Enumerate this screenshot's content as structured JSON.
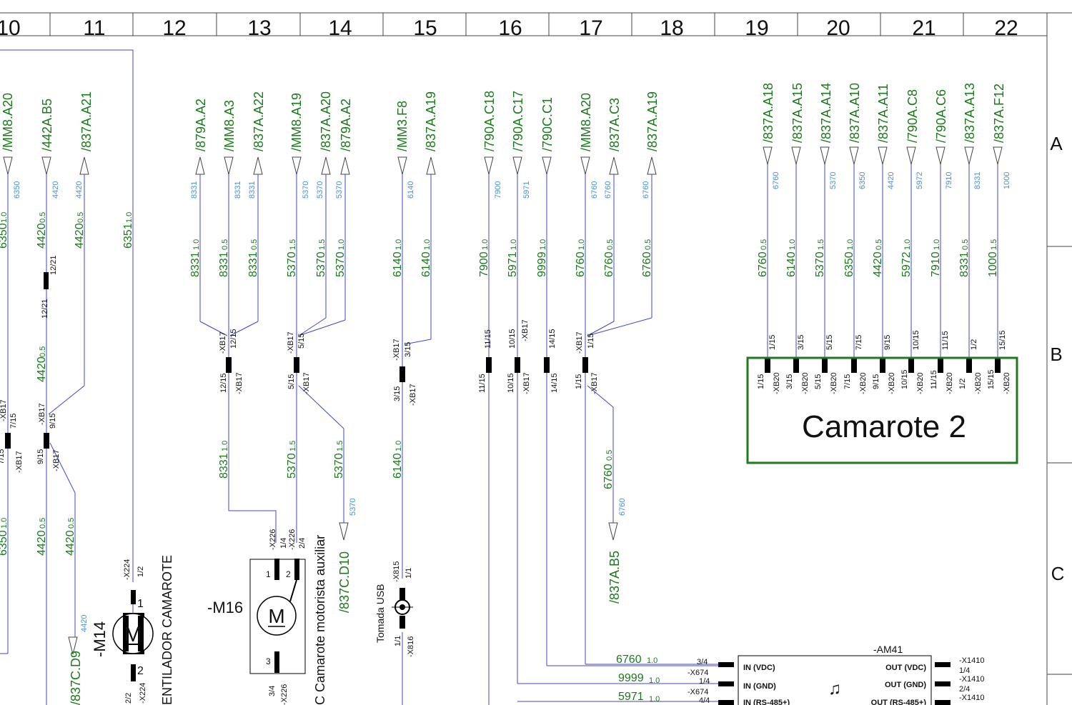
{
  "grid": {
    "columns": [
      "10",
      "11",
      "12",
      "13",
      "14",
      "15",
      "16",
      "17",
      "18",
      "19",
      "20",
      "21",
      "22"
    ],
    "rows": [
      "A",
      "B",
      "C"
    ]
  },
  "refs": {
    "mm8a20_l": "/MM8.A20",
    "442b5": "/442A.B5",
    "837a21": "/837A.A21",
    "879a2": "/879A.A2",
    "mm8a3": "/MM8.A3",
    "837a22": "/837A.A22",
    "mm8a19": "/MM8.A19",
    "837a20": "/837A.A20",
    "879a2b": "/879A.A2",
    "mm3f8": "/MM3.F8",
    "837a19": "/837A.A19",
    "790c18": "/790A.C18",
    "790c17": "/790A.C17",
    "790cc1": "/790C.C1",
    "mm8a20_r": "/MM8.A20",
    "837c3": "/837A.C3",
    "837a19b": "/837A.A19",
    "c1": "/837A.A18",
    "c2": "/837A.A15",
    "c3": "/837A.A14",
    "c4": "/837A.A10",
    "c5": "/837A.A11",
    "c6": "/790A.C8",
    "c7": "/790A.C6",
    "c8": "/837A.A13",
    "c9": "/837A.F12",
    "837b5": "/837A.B5",
    "837cd10": "/837C.D10",
    "837cd9": "/837C.D9"
  },
  "tags": {
    "t6350": "6350",
    "t4420": "4420",
    "t8331": "8331",
    "t5370": "5370",
    "t6140": "6140",
    "t7900": "7900",
    "t5971": "5971",
    "t6760": "6760",
    "t5972": "5972",
    "t7910": "7910",
    "t1000": "1000"
  },
  "wires": {
    "w6350": "6350",
    "w4420": "4420",
    "w6351": "6351",
    "w8331": "8331",
    "w5370": "5370",
    "w6140": "6140",
    "w7900": "7900",
    "w5971": "5971",
    "w9999": "9999",
    "w6760": "6760",
    "w5972": "5972",
    "w7910": "7910",
    "w1000": "1000",
    "g10": "1.0",
    "g05": "0.5",
    "g15": "1.5"
  },
  "conn": {
    "xb17": "-XB17",
    "xb20": "-XB20",
    "p1221": "12/21",
    "p1215": "12/15",
    "p515": "5/15",
    "p315": "3/15",
    "p1115": "11/15",
    "p1015": "10/15",
    "p1415": "14/15",
    "p115": "1/15",
    "p715": "7/15",
    "p915": "9/15",
    "p3": "3/15",
    "p5": "5/15",
    "p7": "7/15",
    "p9": "9/15",
    "p10": "10/15",
    "p11": "11/15",
    "p12": "1/2",
    "p15": "15/15",
    "x224": "-X224",
    "x226": "-X226",
    "x815": "-X815",
    "x816": "-X816",
    "x674": "-X674",
    "x1410": "-X1410",
    "p22": "2/2",
    "p14": "1/4",
    "p24": "2/4",
    "p34": "3/4",
    "p44": "4/4",
    "p11s": "1/1"
  },
  "components": {
    "camarote2": "Camarote 2",
    "m14": "-M14",
    "m16": "-M16",
    "motor": "M",
    "ventilador": "ENTILADOR CAMAROTE",
    "m16_desc": "C Camarote motorista auxiliar",
    "usb": "Tomada USB",
    "am41": "-AM41",
    "in_vdc": "IN (VDC)",
    "in_gnd": "IN (GND)",
    "in_rs": "IN (RS-485+)",
    "out_vdc": "OUT (VDC)",
    "out_gnd": "OUT (GND)",
    "out_rs": "OUT (RS-485+)",
    "pin1": "1",
    "pin2": "2",
    "pin3": "3"
  },
  "colors": {
    "green": "#1a7a1a",
    "blue": "#3f44c8",
    "label_blue": "#4b8fd8",
    "frame": "#1f7a1f"
  }
}
